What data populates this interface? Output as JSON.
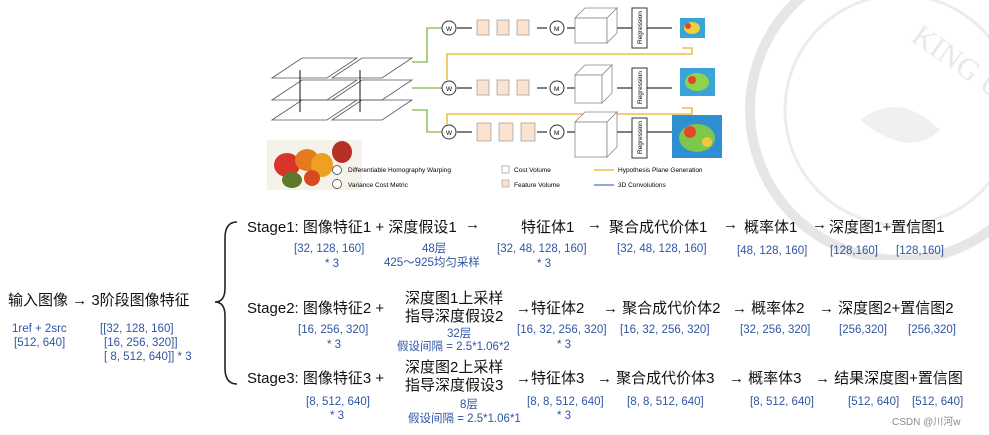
{
  "figure": {
    "legend": {
      "homography": "Differentiable Homography Warping",
      "variance": "Variance Cost Metric",
      "cost_volume": "Cost Volume",
      "feature_volume": "Feature Volume",
      "hypothesis": "Hypothesis Plane Generation",
      "conv3d": "3D Convolutions"
    },
    "node_w": "W",
    "node_m": "M",
    "regression_label": "Regression",
    "seal_text": "KING UN"
  },
  "input": {
    "title": "输入图像 → 3阶段图像特征",
    "src": "1ref + 2src",
    "size": "[512, 640]",
    "feat_line1": "[[32, 128, 160]",
    "feat_line2": "[16, 256, 320]]",
    "feat_line3": "[ 8, 512, 640]] * 3"
  },
  "stage1": {
    "label": "Stage1: 图像特征1 + 深度假设1",
    "arrow1": "→",
    "vol": "特征体1",
    "arrow2": "→",
    "agg": "聚合成代价体1",
    "arrow3": "→",
    "prob": "概率体1",
    "arrow4": "→",
    "out": "深度图1+置信图1",
    "feat_dim": "[32, 128, 160]",
    "feat_mult": "* 3",
    "hyp_count": "48层",
    "hyp_range": "425～925均匀采样",
    "vol_dim": "[32, 48, 128, 160]",
    "vol_mult": "* 3",
    "agg_dim": "[32, 48, 128, 160]",
    "prob_dim": "[48, 128, 160]",
    "depth_dim": "[128,160]",
    "conf_dim": "[128,160]"
  },
  "stage2": {
    "label": "Stage2: 图像特征2 +",
    "hyp_line1": "深度图1上采样",
    "hyp_line2": "指导深度假设2",
    "vol": "→特征体2",
    "agg": "→ 聚合成代价体2",
    "prob": "→ 概率体2",
    "out": "→ 深度图2+置信图2",
    "feat_dim": "[16, 256, 320]",
    "feat_mult": "* 3",
    "hyp_count": "32层",
    "hyp_interval": "假设间隔 = 2.5*1.06*2",
    "vol_dim": "[16, 32, 256, 320]",
    "vol_mult": "* 3",
    "agg_dim": "[16, 32, 256, 320]",
    "prob_dim": "[32, 256, 320]",
    "depth_dim": "[256,320]",
    "conf_dim": "[256,320]"
  },
  "stage3": {
    "label": "Stage3: 图像特征3 +",
    "hyp_line1": "深度图2上采样",
    "hyp_line2": "指导深度假设3",
    "vol": "→特征体3",
    "agg": "→ 聚合成代价体3",
    "prob": "→ 概率体3",
    "out": "→ 结果深度图+置信图",
    "feat_dim": "[8, 512, 640]",
    "feat_mult": "* 3",
    "hyp_count": "8层",
    "hyp_interval": "假设间隔 = 2.5*1.06*1",
    "vol_dim": "[8, 8, 512, 640]",
    "vol_mult": "* 3",
    "agg_dim": "[8, 8, 512, 640]",
    "prob_dim": "[8, 512, 640]",
    "depth_dim": "[512, 640]",
    "conf_dim": "[512, 640]"
  },
  "watermark": "CSDN @川河w"
}
